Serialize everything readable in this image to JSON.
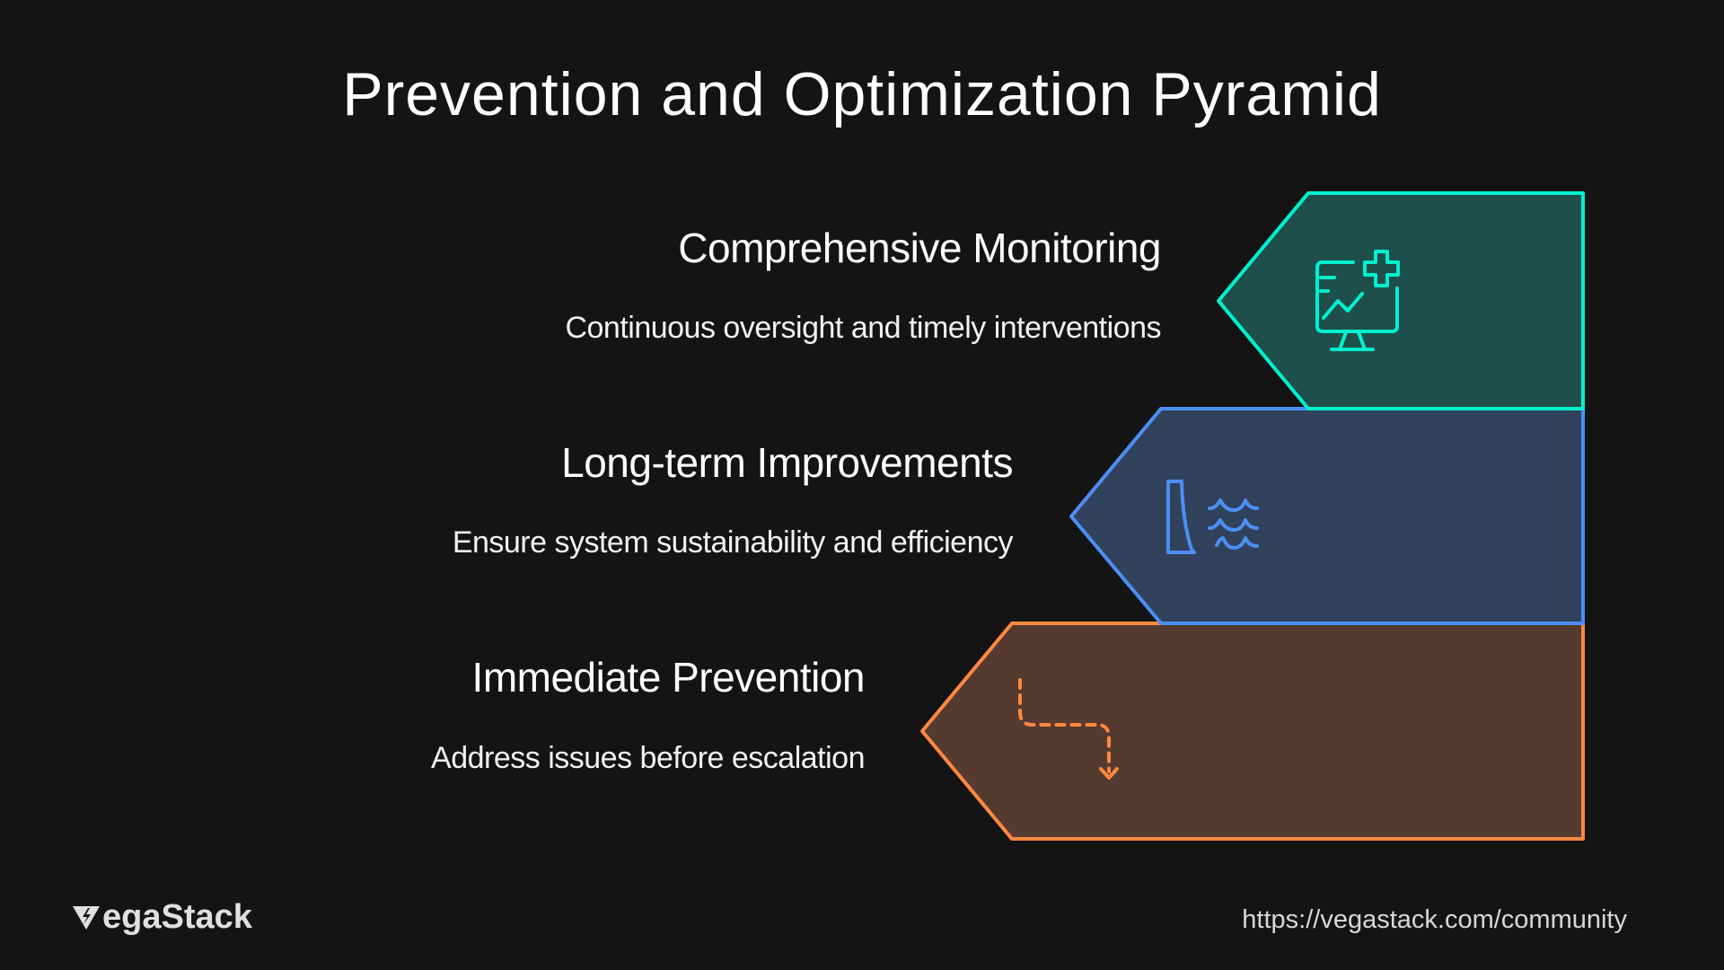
{
  "title": "Prevention and Optimization Pyramid",
  "levels": [
    {
      "heading": "Comprehensive Monitoring",
      "description": "Continuous oversight and timely interventions",
      "icon": "monitor-health-icon",
      "stroke_color": "#00f0d0",
      "fill_color": "#1f4f4a"
    },
    {
      "heading": "Long-term Improvements",
      "description": "Ensure system sustainability and efficiency",
      "icon": "dam-water-icon",
      "stroke_color": "#4d8ef5",
      "fill_color": "#30425c"
    },
    {
      "heading": "Immediate Prevention",
      "description": "Address issues before escalation",
      "icon": "dashed-arrow-down-icon",
      "stroke_color": "#ff8840",
      "fill_color": "#553a2f"
    }
  ],
  "footer": {
    "brand": "egaStack",
    "url": "https://vegastack.com/community"
  }
}
